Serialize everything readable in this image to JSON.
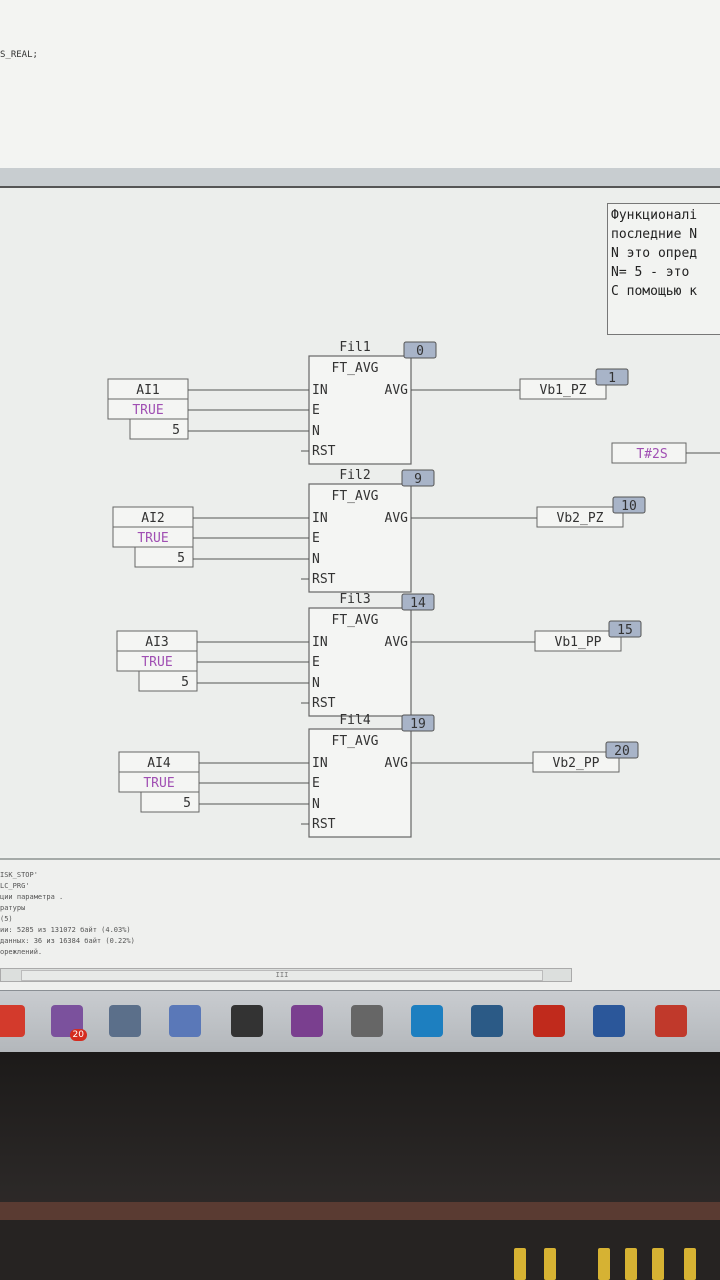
{
  "declarations": {
    "snippet": "S_REAL;"
  },
  "comment": {
    "lines": [
      "Функционалі",
      "последние N",
      "N это опред",
      "N= 5 - это",
      "С помощью к"
    ]
  },
  "blocks": [
    {
      "instance": "Fil1",
      "type": "FT_AVG",
      "order": "0",
      "out_order": "1",
      "in_var": "AI1",
      "enable": "TRUE",
      "n": "5",
      "out_var": "Vb1_PZ",
      "pins": {
        "in": "IN",
        "e": "E",
        "n": "N",
        "rst": "RST",
        "avg": "AVG"
      }
    },
    {
      "instance": "Fil2",
      "type": "FT_AVG",
      "order": "9",
      "out_order": "10",
      "in_var": "AI2",
      "enable": "TRUE",
      "n": "5",
      "out_var": "Vb2_PZ",
      "pins": {
        "in": "IN",
        "e": "E",
        "n": "N",
        "rst": "RST",
        "avg": "AVG"
      }
    },
    {
      "instance": "Fil3",
      "type": "FT_AVG",
      "order": "14",
      "out_order": "15",
      "in_var": "AI3",
      "enable": "TRUE",
      "n": "5",
      "out_var": "Vb1_PP",
      "pins": {
        "in": "IN",
        "e": "E",
        "n": "N",
        "rst": "RST",
        "avg": "AVG"
      }
    },
    {
      "instance": "Fil4",
      "type": "FT_AVG",
      "order": "19",
      "out_order": "20",
      "in_var": "AI4",
      "enable": "TRUE",
      "n": "5",
      "out_var": "Vb2_PP",
      "pins": {
        "in": "IN",
        "e": "E",
        "n": "N",
        "rst": "RST",
        "avg": "AVG"
      }
    }
  ],
  "time_const": "T#2S",
  "messages": {
    "lines": [
      "ISK_STOP'",
      "LC_PRG'",
      "ции параметра .",
      "ратуры",
      "(5)",
      "ии: 5285 из 131072 байт (4.03%)",
      "данных: 36 из 16384 байт (0.22%)",
      "орежлений."
    ],
    "scroll_label": "III"
  },
  "taskbar": {
    "items": [
      {
        "name": "chrome-icon",
        "color": "#d33a2c"
      },
      {
        "name": "viber-icon",
        "color": "#7b519d",
        "badge": "20"
      },
      {
        "name": "codesys-icon",
        "color": "#5b6f8a"
      },
      {
        "name": "network-icon",
        "color": "#5a78b8"
      },
      {
        "name": "inkscape-icon",
        "color": "#333333"
      },
      {
        "name": "winrar-icon",
        "color": "#7a3f8f"
      },
      {
        "name": "program-icon",
        "color": "#666666"
      },
      {
        "name": "help-book-icon",
        "color": "#1d7fc0"
      },
      {
        "name": "editor-icon",
        "color": "#2b5a86"
      },
      {
        "name": "shapes-icon",
        "color": "#c02a1c"
      },
      {
        "name": "word-icon",
        "color": "#2b579a"
      },
      {
        "name": "app-icon",
        "color": "#c0392b"
      }
    ]
  },
  "colors": {
    "wire": "#555555",
    "text": "#333333",
    "true_text": "#a04fb3",
    "order_box": "#a8b4c8"
  }
}
